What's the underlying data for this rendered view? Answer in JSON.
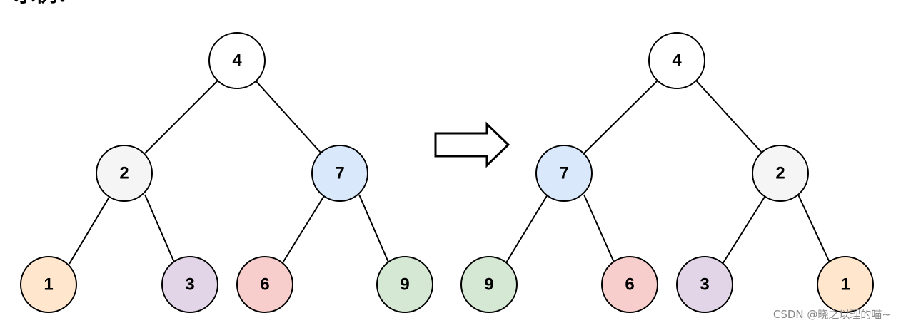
{
  "heading": {
    "text": "示例："
  },
  "colors": {
    "root": "#ffffff",
    "node_2": "#f5f5f5",
    "node_7": "#dae8fc",
    "node_1": "#ffe6cc",
    "node_3": "#e1d5e7",
    "node_6": "#f8cecc",
    "node_9": "#d5e8d4",
    "stroke": "#000000"
  },
  "original_tree": {
    "root": "4",
    "left": "2",
    "right": "7",
    "left_left": "1",
    "left_right": "3",
    "right_left": "6",
    "right_right": "9"
  },
  "inverted_tree": {
    "root": "4",
    "left": "7",
    "right": "2",
    "left_left": "9",
    "left_right": "6",
    "right_left": "3",
    "right_right": "1"
  },
  "arrow": {
    "icon": "right-arrow-icon"
  },
  "watermark": {
    "text": "CSDN @晓之以理的喵~"
  }
}
